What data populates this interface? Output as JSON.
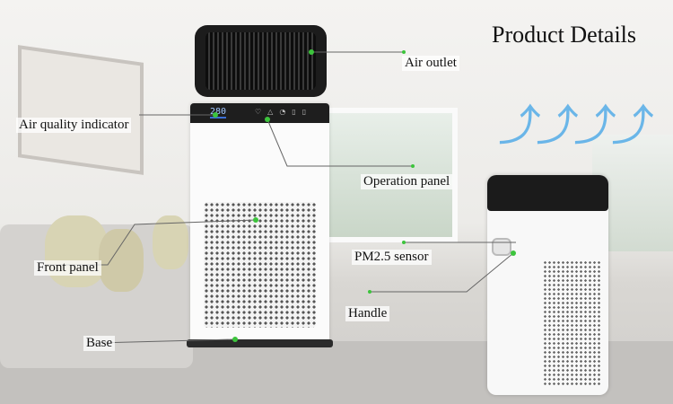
{
  "title": "Product Details",
  "display_reading": "280",
  "labels": {
    "air_outlet": "Air outlet",
    "air_quality_indicator": "Air quality indicator",
    "operation_panel": "Operation panel",
    "pm25_sensor": "PM2.5 sensor",
    "front_panel": "Front panel",
    "handle": "Handle",
    "base": "Base"
  },
  "colors": {
    "callout_dot": "#3cc43c",
    "airflow": "#4aa8e8"
  }
}
